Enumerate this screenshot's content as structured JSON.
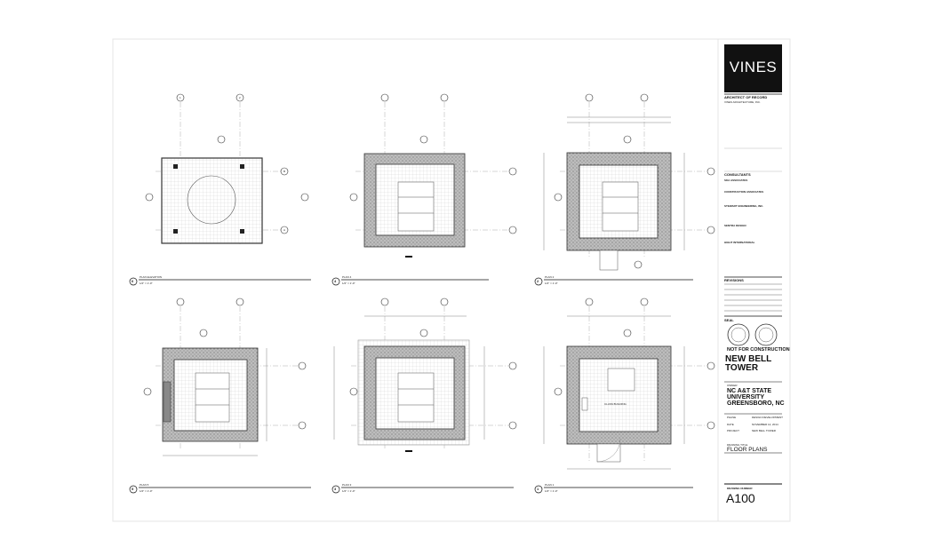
{
  "title_block": {
    "firm_logo": "VINES",
    "firm_header": "ARCHITECT OF RECORD",
    "firm_name": "VINES ARCHITECTURE, INC.",
    "consultants_header": "CONSULTANTS",
    "consultants": [
      "SKA ASSOCIATES",
      "CONSTRUCTION ASSOCIATES",
      "STEWART ENGINEERING, INC.",
      "SENTRA DESIGN",
      "HIGHT INTERNATIONAL"
    ],
    "revisions_label": "REVISIONS",
    "seal_label": "SEAL",
    "not_for_construction": "NOT FOR CONSTRUCTION",
    "project_title_line1": "NEW BELL",
    "project_title_line2": "TOWER",
    "owner_label": "OWNER",
    "owner_line1": "NC A&T STATE",
    "owner_line2": "UNIVERSITY",
    "owner_line3": "GREENSBORO, NC",
    "phase_label": "PHASE",
    "phase_value": "DESIGN DEVELOPMENT",
    "date_label": "DATE",
    "date_value": "NOVEMBER 14, 2014",
    "project_label": "PROJECT",
    "project_value": "NEW BELL TOWER",
    "drawing_title_label": "DRAWING TITLE",
    "drawing_title": "FLOOR PLANS",
    "drawing_number_label": "DRAWING NUMBER",
    "drawing_number": "A100"
  },
  "plans": [
    {
      "id": "6",
      "title": "PLAN ELEVATION",
      "scale": "1/2\" = 1'-0\""
    },
    {
      "id": "4",
      "title": "PLAN 4",
      "scale": "1/2\" = 1'-0\""
    },
    {
      "id": "2",
      "title": "PLAN 2",
      "scale": "1/2\" = 1'-0\""
    },
    {
      "id": "5",
      "title": "PLAN 5",
      "scale": "1/2\" = 1'-0\""
    },
    {
      "id": "3",
      "title": "PLAN 3",
      "scale": "1/2\" = 1'-0\""
    },
    {
      "id": "1",
      "title": "PLAN 1",
      "scale": "1/2\" = 1'-0\""
    }
  ],
  "grid_labels": {
    "col_1": "1",
    "col_2": "2",
    "row_a": "A",
    "row_b": "B"
  },
  "room_note": "CLASS BUILDING"
}
